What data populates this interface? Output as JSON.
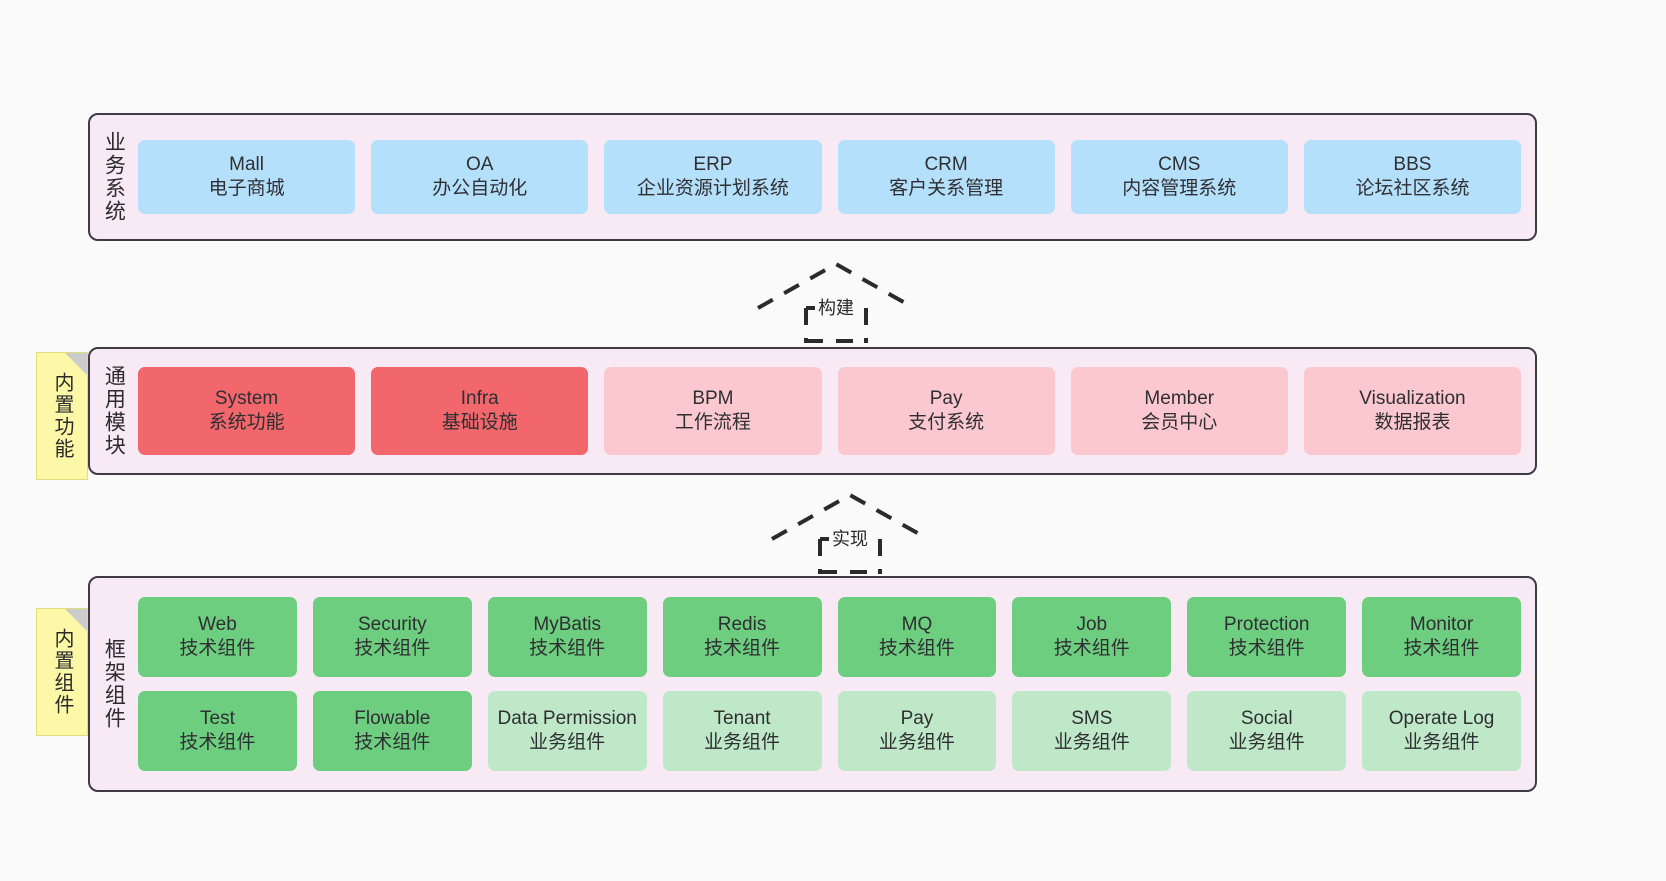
{
  "diagram": {
    "title": "",
    "colors": {
      "background": "#fafafa",
      "layer_fill": "#f8eaf5",
      "layer_border": "#3f3b46",
      "business_card": "#b5e0fb",
      "module_core_card": "#f2676c",
      "module_soft_card": "#fbc8cf",
      "tech_component_card": "#6dce7f",
      "business_component_card": "#bfe8c9",
      "note_fill": "#fcf8a8"
    }
  },
  "notes": [
    {
      "name": "builtin-function",
      "label": "内置功能"
    },
    {
      "name": "builtin-component",
      "label": "内置组件"
    }
  ],
  "connectors": [
    {
      "name": "build",
      "label": "构建",
      "style": "dashed-generalization",
      "direction": "up"
    },
    {
      "name": "implement",
      "label": "实现",
      "style": "dashed-generalization",
      "direction": "up"
    }
  ],
  "layers": {
    "business": {
      "title": "业务系统",
      "rows": [
        [
          {
            "en": "Mall",
            "cn": "电子商城",
            "variant": "blue"
          },
          {
            "en": "OA",
            "cn": "办公自动化",
            "variant": "blue"
          },
          {
            "en": "ERP",
            "cn": "企业资源计划系统",
            "variant": "blue"
          },
          {
            "en": "CRM",
            "cn": "客户关系管理",
            "variant": "blue"
          },
          {
            "en": "CMS",
            "cn": "内容管理系统",
            "variant": "blue"
          },
          {
            "en": "BBS",
            "cn": "论坛社区系统",
            "variant": "blue"
          }
        ]
      ]
    },
    "modules": {
      "title": "通用模块",
      "rows": [
        [
          {
            "en": "System",
            "cn": "系统功能",
            "variant": "red"
          },
          {
            "en": "Infra",
            "cn": "基础设施",
            "variant": "red"
          },
          {
            "en": "BPM",
            "cn": "工作流程",
            "variant": "pinksoft"
          },
          {
            "en": "Pay",
            "cn": "支付系统",
            "variant": "pinksoft"
          },
          {
            "en": "Member",
            "cn": "会员中心",
            "variant": "pinksoft"
          },
          {
            "en": "Visualization",
            "cn": "数据报表",
            "variant": "pinksoft"
          }
        ]
      ]
    },
    "framework": {
      "title": "框架组件",
      "rows": [
        [
          {
            "en": "Web",
            "cn": "技术组件",
            "variant": "green"
          },
          {
            "en": "Security",
            "cn": "技术组件",
            "variant": "green"
          },
          {
            "en": "MyBatis",
            "cn": "技术组件",
            "variant": "green"
          },
          {
            "en": "Redis",
            "cn": "技术组件",
            "variant": "green"
          },
          {
            "en": "MQ",
            "cn": "技术组件",
            "variant": "green"
          },
          {
            "en": "Job",
            "cn": "技术组件",
            "variant": "green"
          },
          {
            "en": "Protection",
            "cn": "技术组件",
            "variant": "green"
          },
          {
            "en": "Monitor",
            "cn": "技术组件",
            "variant": "green"
          }
        ],
        [
          {
            "en": "Test",
            "cn": "技术组件",
            "variant": "green"
          },
          {
            "en": "Flowable",
            "cn": "技术组件",
            "variant": "green"
          },
          {
            "en": "Data Permission",
            "cn": "业务组件",
            "variant": "greensoft"
          },
          {
            "en": "Tenant",
            "cn": "业务组件",
            "variant": "greensoft"
          },
          {
            "en": "Pay",
            "cn": "业务组件",
            "variant": "greensoft"
          },
          {
            "en": "SMS",
            "cn": "业务组件",
            "variant": "greensoft"
          },
          {
            "en": "Social",
            "cn": "业务组件",
            "variant": "greensoft"
          },
          {
            "en": "Operate Log",
            "cn": "业务组件",
            "variant": "greensoft"
          }
        ]
      ]
    }
  }
}
